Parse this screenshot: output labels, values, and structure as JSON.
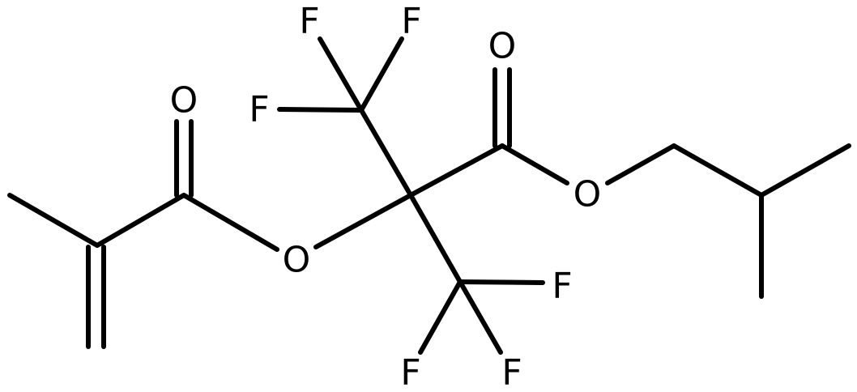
{
  "molecule": {
    "atoms": {
      "o_methacryl_carbonyl": "O",
      "o_ester_link": "O",
      "o_isobutyl_carbonyl": "O",
      "o_isobutyl_ether": "O",
      "f_top_left": "F",
      "f_top_right": "F",
      "f_left": "F",
      "f_bottom_right": "F",
      "f_bottom_left": "F",
      "f_bottom_center": "F"
    }
  },
  "colors": {
    "bond": "#000000",
    "label": "#000000",
    "background": "#ffffff"
  }
}
